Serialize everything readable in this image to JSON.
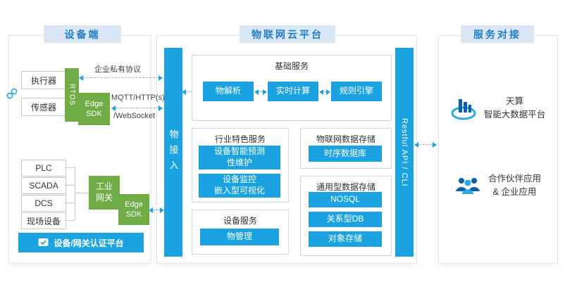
{
  "colors": {
    "accent_blue": "#1aa3e0",
    "green": "#70ad47",
    "header_bg": "#d9e6f3",
    "header_text": "#1f7ec5",
    "icon_dark_blue": "#1060a8",
    "icon_light_blue": "#29abe2"
  },
  "icons": {
    "device_edge": "link-icon",
    "auth": "check-badge-icon",
    "big_data_platform": "building-icon",
    "partner_apps": "people-icon"
  },
  "device_panel": {
    "title": "设备端",
    "actuator": "执行器",
    "sensor": "传感器",
    "rtos": "RTOS",
    "edge_sdk_top": "Edge SDK",
    "private_protocol": "企业私有协议",
    "mqtt_label": "MQTT/HTTP(s)",
    "websocket_label": "/WebSocket",
    "plc": "PLC",
    "scada": "SCADA",
    "dcs": "DCS",
    "field_devices": "现场设备",
    "industrial_gateway": {
      "line1": "工业",
      "line2": "网关"
    },
    "edge_sdk_bottom": "Edge SDK",
    "auth_platform": "设备/网关认证平台"
  },
  "cloud_panel": {
    "title": "物联网云平台",
    "thing_access": "物接入",
    "restful_api": "Restful API / CLI",
    "basic_services": {
      "title": "基础服务",
      "items": [
        "物解析",
        "实时计算",
        "规则引擎"
      ]
    },
    "industry_services": {
      "title": "行业特色服务",
      "item1": {
        "line1": "设备智能预测",
        "line2": "性维护"
      },
      "item2": {
        "line1": "设备监控",
        "line2": "嵌入型可视化"
      }
    },
    "iot_storage": {
      "title": "物联网数据存储",
      "item1": "时序数据库"
    },
    "general_storage": {
      "title": "通用型数据存储",
      "items": [
        "NOSQL",
        "关系型DB",
        "对象存储"
      ]
    },
    "device_services": {
      "title": "设备服务",
      "item1": "物管理"
    }
  },
  "service_panel": {
    "title": "服务对接",
    "big_data_platform": {
      "line1": "天算",
      "line2": "智能大数据平台"
    },
    "partner_apps": {
      "line1": "合作伙伴应用",
      "line2": "& 企业应用"
    }
  }
}
